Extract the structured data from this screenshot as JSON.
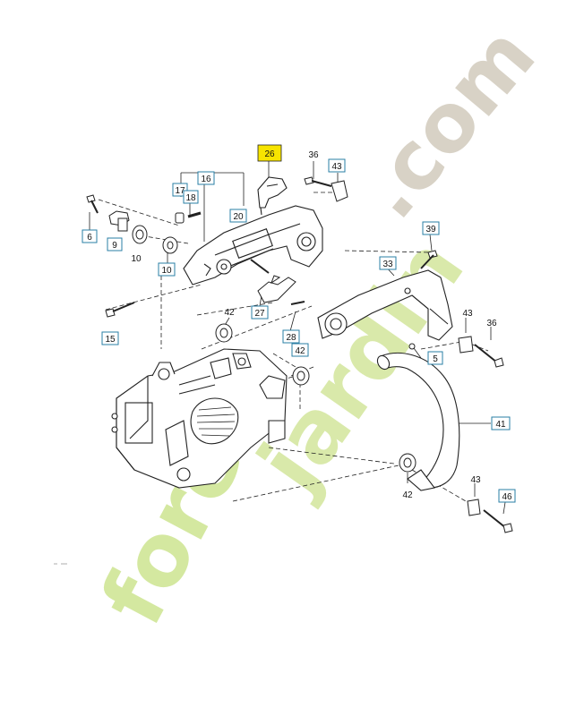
{
  "diagram": {
    "highlighted_part": "26",
    "highlight_color": "#f7e400",
    "boxed_label_color": "#2a7fa6",
    "callouts": [
      {
        "id": "c26",
        "label": "26",
        "boxed": true,
        "highlight": true
      },
      {
        "id": "c36a",
        "label": "36",
        "boxed": false
      },
      {
        "id": "c43a",
        "label": "43",
        "boxed": true
      },
      {
        "id": "c16",
        "label": "16",
        "boxed": true
      },
      {
        "id": "c17",
        "label": "17",
        "boxed": true
      },
      {
        "id": "c18",
        "label": "18",
        "boxed": true
      },
      {
        "id": "c20",
        "label": "20",
        "boxed": true
      },
      {
        "id": "c6",
        "label": "6",
        "boxed": true
      },
      {
        "id": "c9",
        "label": "9",
        "boxed": true
      },
      {
        "id": "c10a",
        "label": "10",
        "boxed": false
      },
      {
        "id": "c10b",
        "label": "10",
        "boxed": true
      },
      {
        "id": "c39",
        "label": "39",
        "boxed": true
      },
      {
        "id": "c33",
        "label": "33",
        "boxed": true
      },
      {
        "id": "c27",
        "label": "27",
        "boxed": true
      },
      {
        "id": "c42a",
        "label": "42",
        "boxed": false
      },
      {
        "id": "c28",
        "label": "28",
        "boxed": true
      },
      {
        "id": "c15",
        "label": "15",
        "boxed": true
      },
      {
        "id": "c42b",
        "label": "42",
        "boxed": true
      },
      {
        "id": "c5",
        "label": "5",
        "boxed": true
      },
      {
        "id": "c43b",
        "label": "43",
        "boxed": false
      },
      {
        "id": "c36b",
        "label": "36",
        "boxed": false
      },
      {
        "id": "c41",
        "label": "41",
        "boxed": true
      },
      {
        "id": "c42c",
        "label": "42",
        "boxed": false
      },
      {
        "id": "c43c",
        "label": "43",
        "boxed": false
      },
      {
        "id": "c46",
        "label": "46",
        "boxed": true
      }
    ]
  },
  "watermark": {
    "text_forest": "forêt",
    "text_jardin": "jardin",
    "text_com": ".com",
    "colors": {
      "forest": "#d4e8a0",
      "accent": "#f6cf9a",
      "jardin": "#d9e9aa",
      "com": "#d8d2c6"
    }
  }
}
